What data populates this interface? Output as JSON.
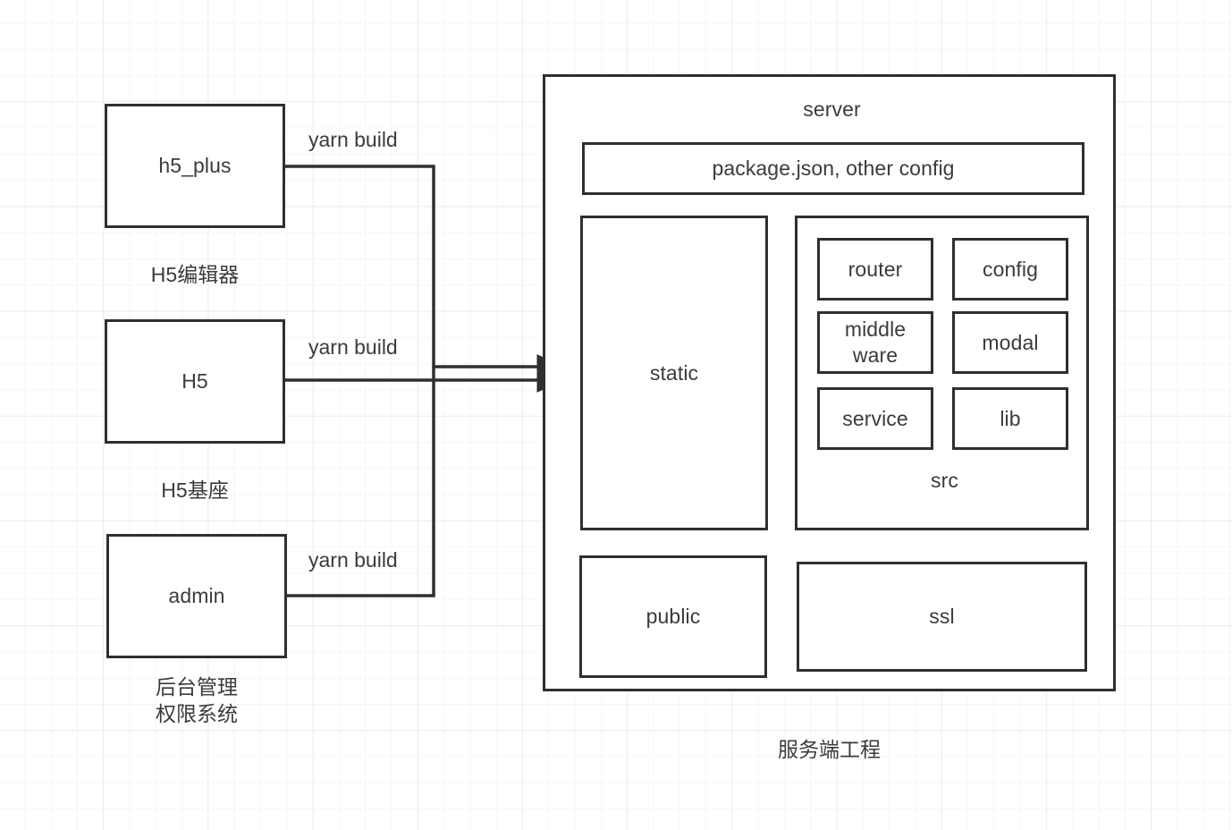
{
  "diagram": {
    "title": "server architecture diagram",
    "stroke_color": "#2f2f2f",
    "text_color": "#3b3b3b",
    "background_color": "#ffffff",
    "grid_color": "#ececec"
  },
  "sources": [
    {
      "id": "h5_plus",
      "label": "h5_plus",
      "caption": "H5编辑器",
      "edge_label": "yarn build"
    },
    {
      "id": "h5",
      "label": "H5",
      "caption": "H5基座",
      "edge_label": "yarn build"
    },
    {
      "id": "admin",
      "label": "admin",
      "caption": "后台管理\n权限系统",
      "edge_label": "yarn build"
    }
  ],
  "server": {
    "title": "server",
    "caption": "服务端工程",
    "config_box": "package.json, other config",
    "static_box": "static",
    "src": {
      "label": "src",
      "items": [
        {
          "id": "router",
          "label": "router"
        },
        {
          "id": "config",
          "label": "config"
        },
        {
          "id": "middleware",
          "label": "middle\nware"
        },
        {
          "id": "modal",
          "label": "modal"
        },
        {
          "id": "service",
          "label": "service"
        },
        {
          "id": "lib",
          "label": "lib"
        }
      ]
    },
    "public_box": "public",
    "ssl_box": "ssl"
  }
}
